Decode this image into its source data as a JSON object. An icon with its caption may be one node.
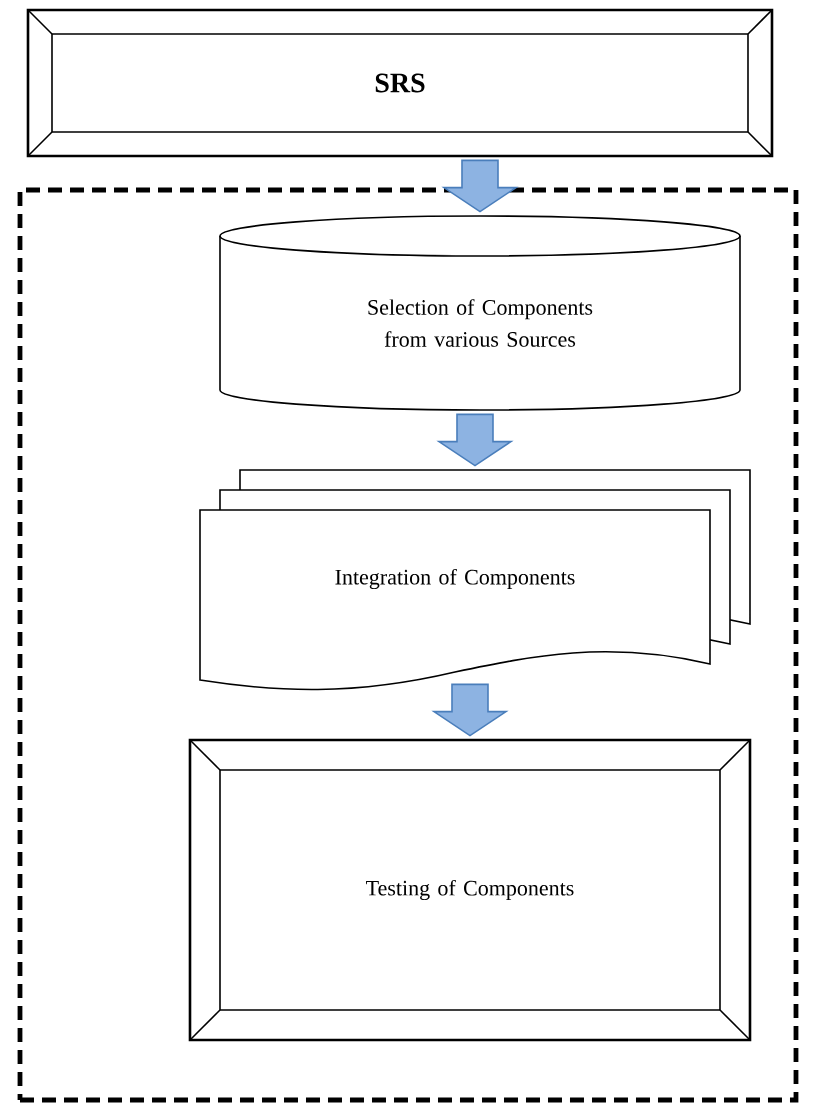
{
  "diagram": {
    "nodes": [
      {
        "text": [
          "SRS"
        ]
      },
      {
        "text": [],
        "shape": "box"
      },
      {
        "text": [
          "Selection of Components from various Sources"
        ],
        "in": 1
      },
      {
        "text": [
          "Integration of Components"
        ],
        "in": 1
      },
      {
        "text": [
          "Testing of Components"
        ],
        "in": 1
      }
    ],
    "edges": [
      {
        "from": 0,
        "to": 2,
        "arrow": "to"
      },
      {
        "from": 2,
        "to": 3,
        "arrow": "to"
      },
      {
        "from": 3,
        "to": 4,
        "arrow": "to"
      }
    ]
  }
}
